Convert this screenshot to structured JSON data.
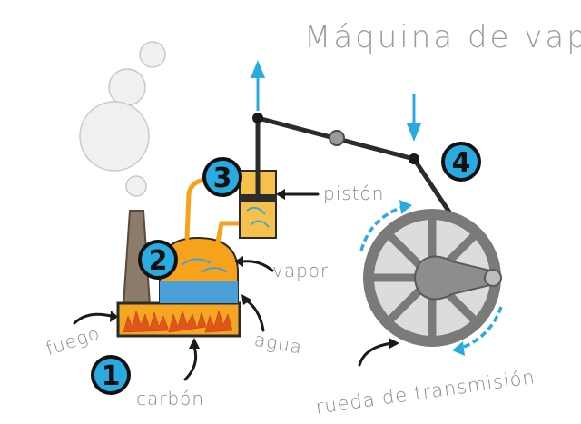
{
  "title": "Máquina de vapor",
  "labels": {
    "fuego": "fuego",
    "carbon": "carbón",
    "agua": "agua",
    "vapor": "vapor",
    "piston": "pistón",
    "rueda": "rueda de transmisión"
  },
  "steps": [
    "1",
    "2",
    "3",
    "4"
  ],
  "colors": {
    "badge_fill": "#29abe2",
    "arrow_blue": "#29abe2",
    "boiler_orange": "#f7a21b",
    "water_blue": "#4a9fd8",
    "fire_red": "#e2541e",
    "chimney": "#8c7b6b",
    "wheel_gray": "#7a7a7a",
    "linkage": "#2b2b2b",
    "label_gray": "#8a8a8a"
  }
}
